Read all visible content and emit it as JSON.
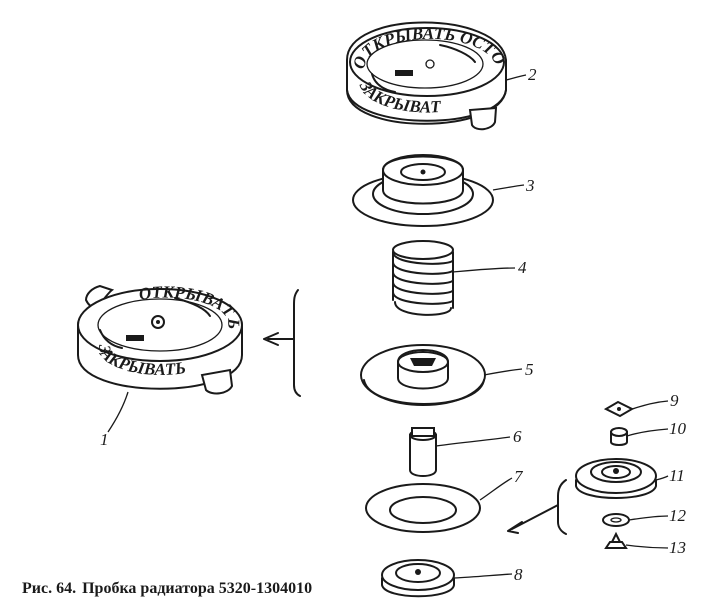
{
  "figure": {
    "number": "Рис. 64.",
    "title": "Пробка радиатора 5320-1304010"
  },
  "cap_text": {
    "open_text": "ОТКРЫВАТЬ ОСТОРОЖНО",
    "close_text": "ЗАКРЫВАТЬ ПЛОТНО"
  },
  "parts": [
    {
      "id": "1",
      "label": "1"
    },
    {
      "id": "2",
      "label": "2"
    },
    {
      "id": "3",
      "label": "3"
    },
    {
      "id": "4",
      "label": "4"
    },
    {
      "id": "5",
      "label": "5"
    },
    {
      "id": "6",
      "label": "6"
    },
    {
      "id": "7",
      "label": "7"
    },
    {
      "id": "8",
      "label": "8"
    },
    {
      "id": "9",
      "label": "9"
    },
    {
      "id": "10",
      "label": "10"
    },
    {
      "id": "11",
      "label": "11"
    },
    {
      "id": "12",
      "label": "12"
    },
    {
      "id": "13",
      "label": "13"
    }
  ]
}
